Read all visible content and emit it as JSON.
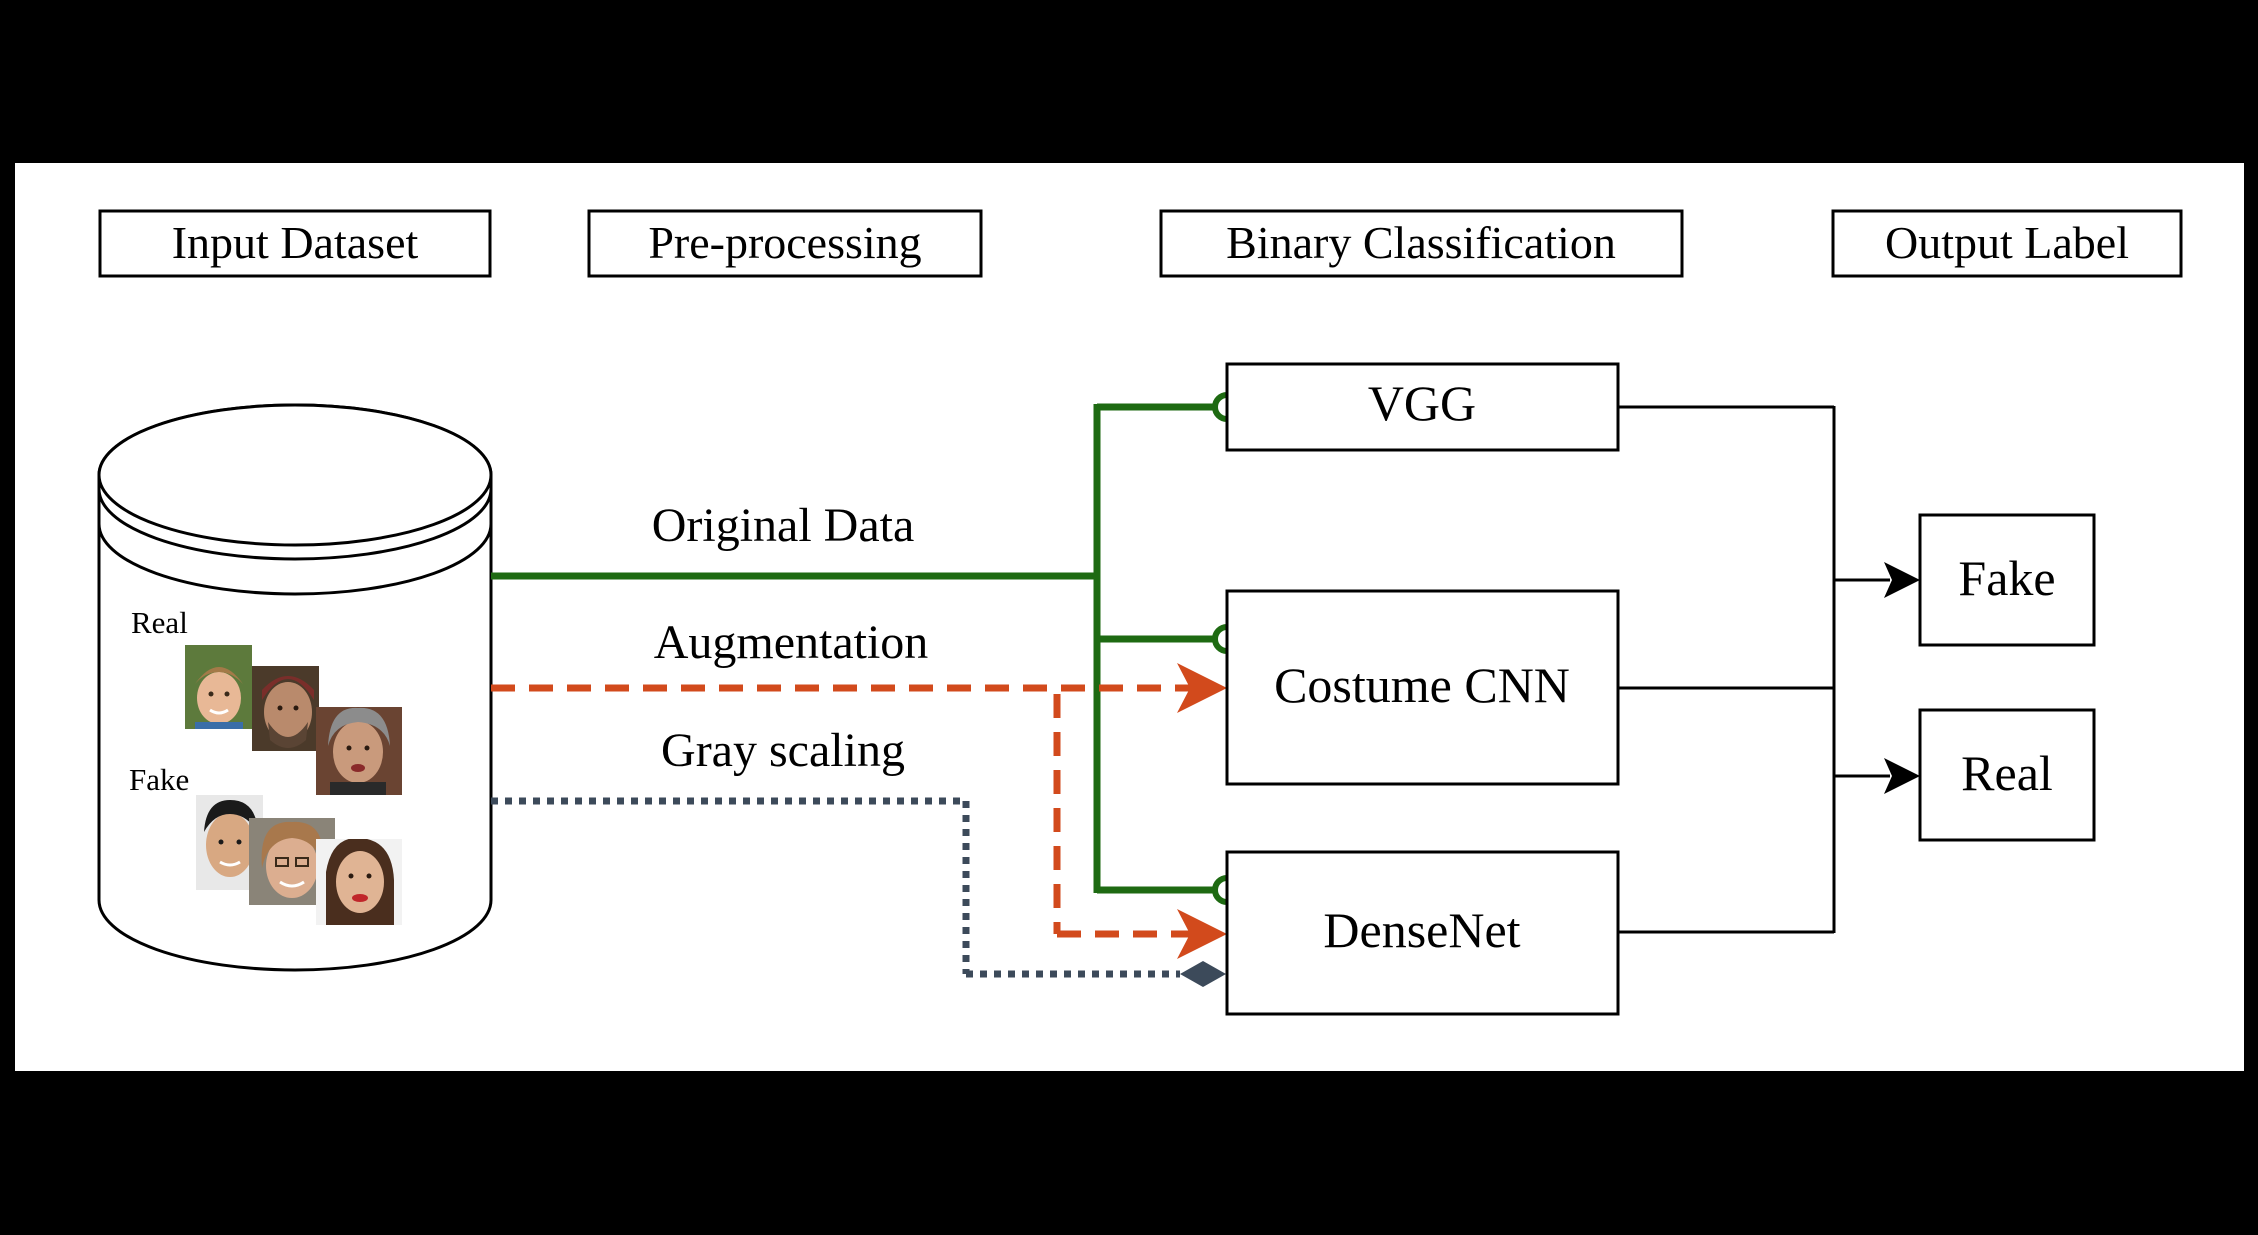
{
  "stages": {
    "input": "Input Dataset",
    "preprocessing": "Pre-processing",
    "classification": "Binary Classification",
    "output": "Output Label"
  },
  "dataset": {
    "real_label": "Real",
    "fake_label": "Fake",
    "real_faces": [
      "boy",
      "bearded-man",
      "woman-gray-hair"
    ],
    "fake_faces": [
      "asian-man",
      "older-woman-glasses",
      "young-woman-red-lips"
    ]
  },
  "paths": {
    "original": "Original Data",
    "augmentation": "Augmentation",
    "gray": "Gray scaling"
  },
  "models": {
    "vgg": "VGG",
    "cnn": "Costume CNN",
    "densenet": "DenseNet"
  },
  "outputs": {
    "fake": "Fake",
    "real": "Real"
  },
  "colors": {
    "background": "#000000",
    "panel": "#ffffff",
    "stroke": "#000000",
    "original_path": "#1e6a12",
    "augmentation_path": "#d24a1c",
    "gray_path": "#3c4a5a"
  }
}
